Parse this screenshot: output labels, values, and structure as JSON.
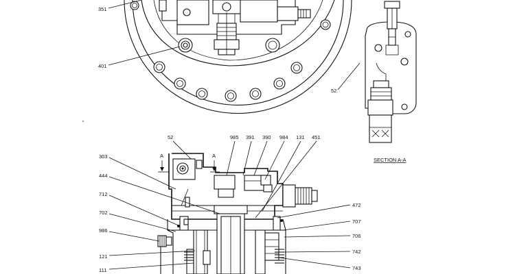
{
  "callouts": {
    "c351": "351",
    "c401": "401",
    "c52_section": "52",
    "c52_top": "52",
    "c985": "985",
    "c391": "391",
    "c390": "390",
    "c984": "984",
    "c131": "131",
    "c451": "451",
    "c303": "303",
    "c444": "444",
    "c712": "712",
    "c702": "702",
    "c986": "986",
    "c121": "121",
    "c111": "111",
    "c472": "472",
    "c707": "707",
    "c706": "706",
    "c742": "742",
    "c743": "743"
  },
  "section_marks": {
    "left": "A",
    "right": "A"
  },
  "section_title": "SECTION  A-A"
}
